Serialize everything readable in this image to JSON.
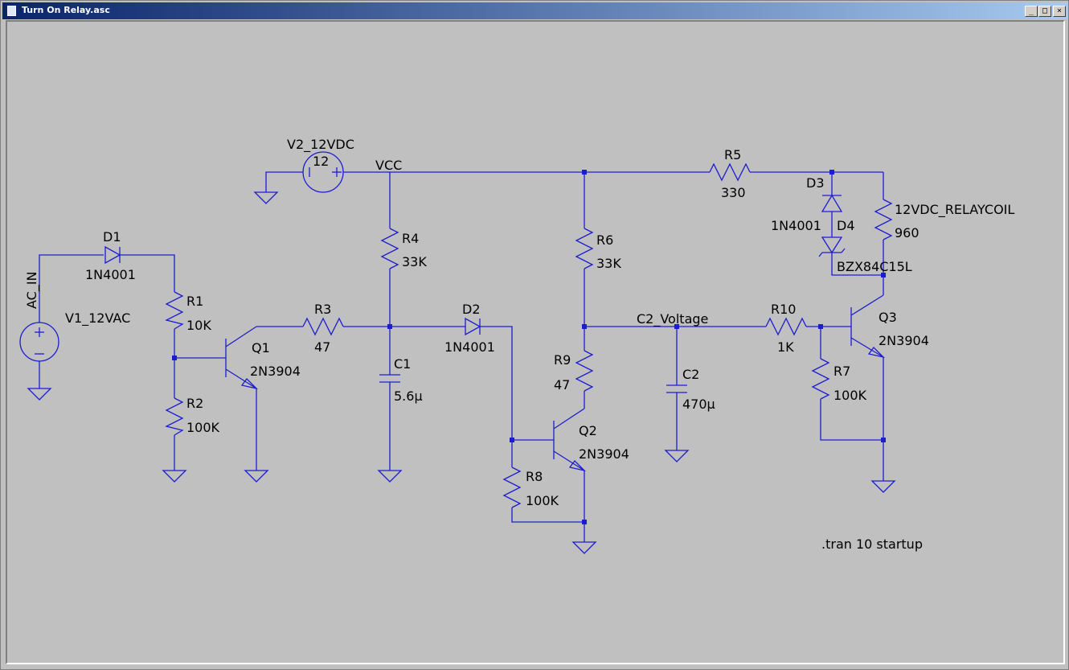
{
  "window": {
    "title": "Turn On Relay.asc",
    "buttons": {
      "minimize": "_",
      "maximize": "□",
      "close": "×"
    }
  },
  "colors": {
    "wire": "#1c1cd0",
    "canvas": "#c0c0c0",
    "titlebar": "#0a246a"
  },
  "schematic": {
    "labels": {
      "v2_name": "V2_12VDC",
      "v2_value": "12",
      "vcc_net": "VCC",
      "ac_in_net": "AC_IN",
      "v1_name": "V1_12VAC",
      "d1_name": "D1",
      "d1_value": "1N4001",
      "r1_name": "R1",
      "r1_value": "10K",
      "r2_name": "R2",
      "r2_value": "100K",
      "q1_name": "Q1",
      "q1_value": "2N3904",
      "r3_name": "R3",
      "r3_value": "47",
      "r4_name": "R4",
      "r4_value": "33K",
      "c1_name": "C1",
      "c1_value": "5.6µ",
      "d2_name": "D2",
      "d2_value": "1N4001",
      "r9_name": "R9",
      "r9_value": "47",
      "q2_name": "Q2",
      "q2_value": "2N3904",
      "r8_name": "R8",
      "r8_value": "100K",
      "r6_name": "R6",
      "r6_value": "33K",
      "c2_net": "C2_Voltage",
      "c2_name": "C2",
      "c2_value": "470µ",
      "r10_name": "R10",
      "r10_value": "1K",
      "r7_name": "R7",
      "r7_value": "100K",
      "q3_name": "Q3",
      "q3_value": "2N3904",
      "r5_name": "R5",
      "r5_value": "330",
      "d3_name": "D3",
      "d3_value": "1N4001",
      "d4_name": "D4",
      "d4_value": "BZX84C15L",
      "relay_name": "12VDC_RELAYCOIL",
      "relay_value": "960",
      "directive": ".tran 10 startup"
    }
  }
}
